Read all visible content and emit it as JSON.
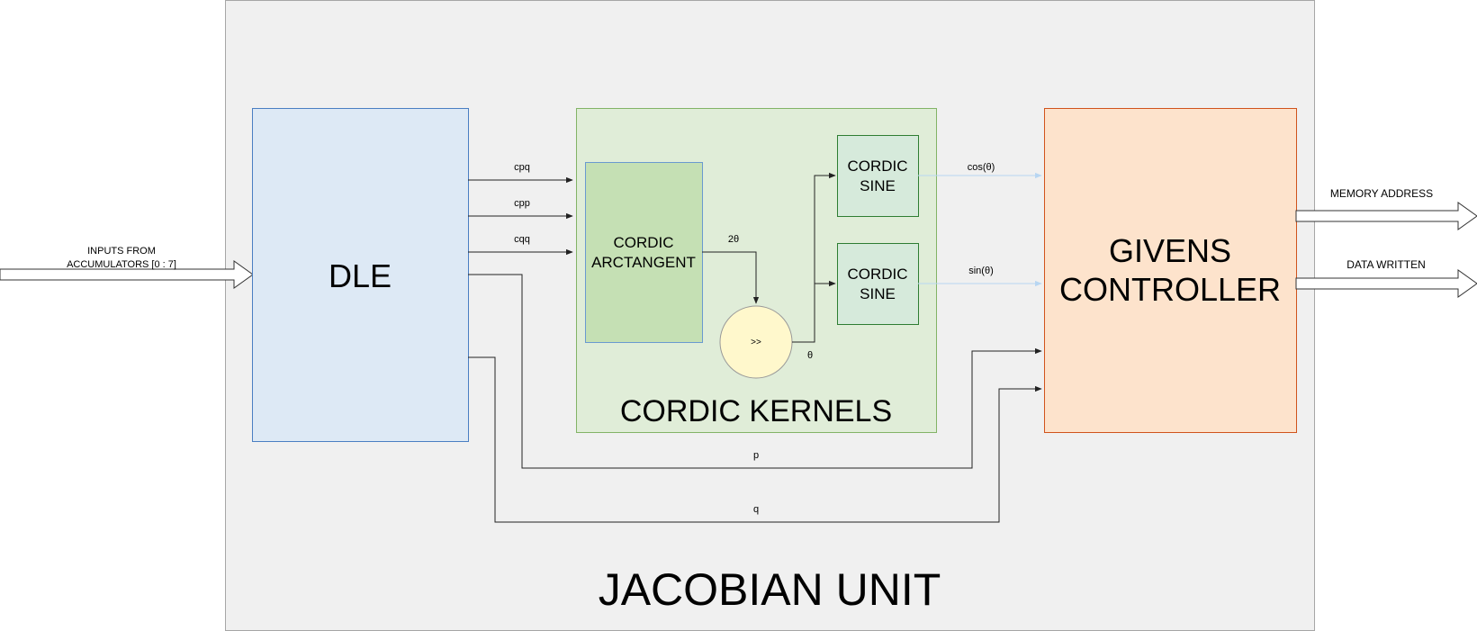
{
  "diagram": {
    "unit_title": "JACOBIAN UNIT",
    "inputs_label_line1": "INPUTS FROM",
    "inputs_label_line2": "ACCUMULATORS [0 : 7]",
    "dle_label": "DLE",
    "cordic_kernels_label": "CORDIC KERNELS",
    "arctan_line1": "CORDIC",
    "arctan_line2": "ARCTANGENT",
    "sine1_line1": "CORDIC",
    "sine1_line2": "SINE",
    "sine2_line1": "CORDIC",
    "sine2_line2": "SINE",
    "shift_label": ">>",
    "givens_line1": "GIVENS",
    "givens_line2": "CONTROLLER",
    "signal_cpq": "cpq",
    "signal_cpp": "cpp",
    "signal_cqq": "cqq",
    "signal_2theta": "2θ",
    "signal_theta": "θ",
    "signal_cos": "cos(θ)",
    "signal_sin": "sin(θ)",
    "signal_p": "p",
    "signal_q": "q",
    "output_memory": "MEMORY ADDRESS",
    "output_data": "DATA WRITTEN"
  },
  "colors": {
    "unit_fill": "#f0f0f0",
    "dle_fill": "#dde9f5",
    "dle_stroke": "#4a7ec2",
    "kernels_fill": "#e0edd8",
    "kernels_stroke": "#82b366",
    "arctan_fill": "#c5e0b4",
    "sine_fill": "#d6eadb",
    "sine_stroke": "#2e7d32",
    "shift_fill": "#fff8cc",
    "givens_fill": "#fde3cc",
    "givens_stroke": "#d0531c",
    "light_arrow": "#b8d6f2"
  }
}
